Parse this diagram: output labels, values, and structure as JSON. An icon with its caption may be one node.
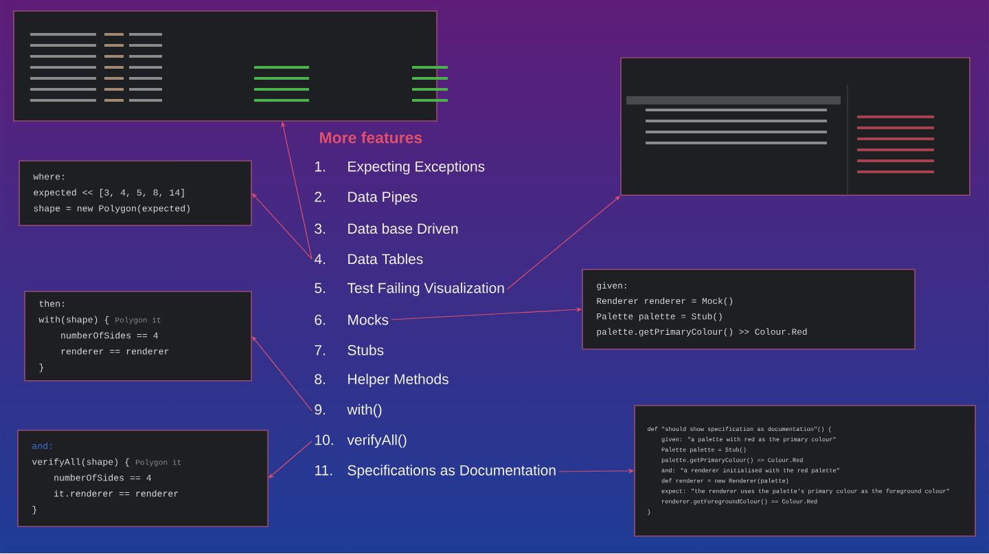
{
  "diagram": {
    "title": "More features",
    "nodes": [
      {
        "text": [],
        "shape": "picture"
      },
      {
        "text": [],
        "shape": "picture"
      },
      {
        "text": [
          "where:",
          "expected << [3, 4, 5, 8, 14]",
          "shape = new Polygon(expected)"
        ]
      },
      {
        "text": [
          "given:",
          "Renderer renderer = Mock()",
          "Palette palette = Stub()",
          "palette.getPrimaryColour() >> Colour.Red"
        ]
      },
      {
        "text": [
          "then:",
          "with(shape) {",
          "Polygon it",
          "numberOfSides == 4",
          "renderer == renderer",
          "}"
        ]
      },
      {
        "text": [
          "and:",
          "verifyAll(shape) {",
          "Polygon it",
          "numberOfSides == 4",
          "it.renderer == renderer",
          "}"
        ]
      },
      {
        "text": [
          "def \"should show specification as documentation\"() {",
          "given: \"a palette with red as the primary colour\"",
          "Palette palette = Stub()",
          "palette.getPrimaryColour() >> Colour.Red",
          "and: \"a renderer initialised with the red palette\"",
          "def renderer = new Renderer(palette)",
          "expect: \"the renderer uses the palette's primary colour as the foreground colour\"",
          "renderer.getForegroundColour() == Colour.Red",
          "}"
        ]
      },
      {
        "text": [
          "1.",
          "Expecting Exceptions"
        ]
      },
      {
        "text": [
          "2.",
          "Data Pipes"
        ]
      },
      {
        "text": [
          "3.",
          "Data base Driven"
        ]
      },
      {
        "text": [
          "4.",
          "Data Tables"
        ]
      },
      {
        "text": [
          "5.",
          "Test Failing Visualization"
        ]
      },
      {
        "text": [
          "6.",
          "Mocks"
        ]
      },
      {
        "text": [
          "7.",
          "Stubs"
        ]
      },
      {
        "text": [
          "8.",
          "Helper Methods"
        ]
      },
      {
        "text": [
          "9.",
          "with()"
        ]
      },
      {
        "text": [
          "10.",
          "verifyAll()"
        ]
      },
      {
        "text": [
          "11.",
          "Specifications as Documentation"
        ]
      }
    ],
    "edges": [
      {
        "from": 10,
        "to": 0,
        "arrow": "to"
      },
      {
        "from": 10,
        "to": 2,
        "arrow": "to"
      },
      {
        "from": 11,
        "to": 1,
        "arrow": "to"
      },
      {
        "from": 12,
        "to": 3,
        "arrow": "to"
      },
      {
        "from": 15,
        "to": 4,
        "arrow": "to"
      },
      {
        "from": 16,
        "to": 5,
        "arrow": "to"
      },
      {
        "from": 17,
        "to": 6,
        "arrow": "to"
      }
    ]
  }
}
